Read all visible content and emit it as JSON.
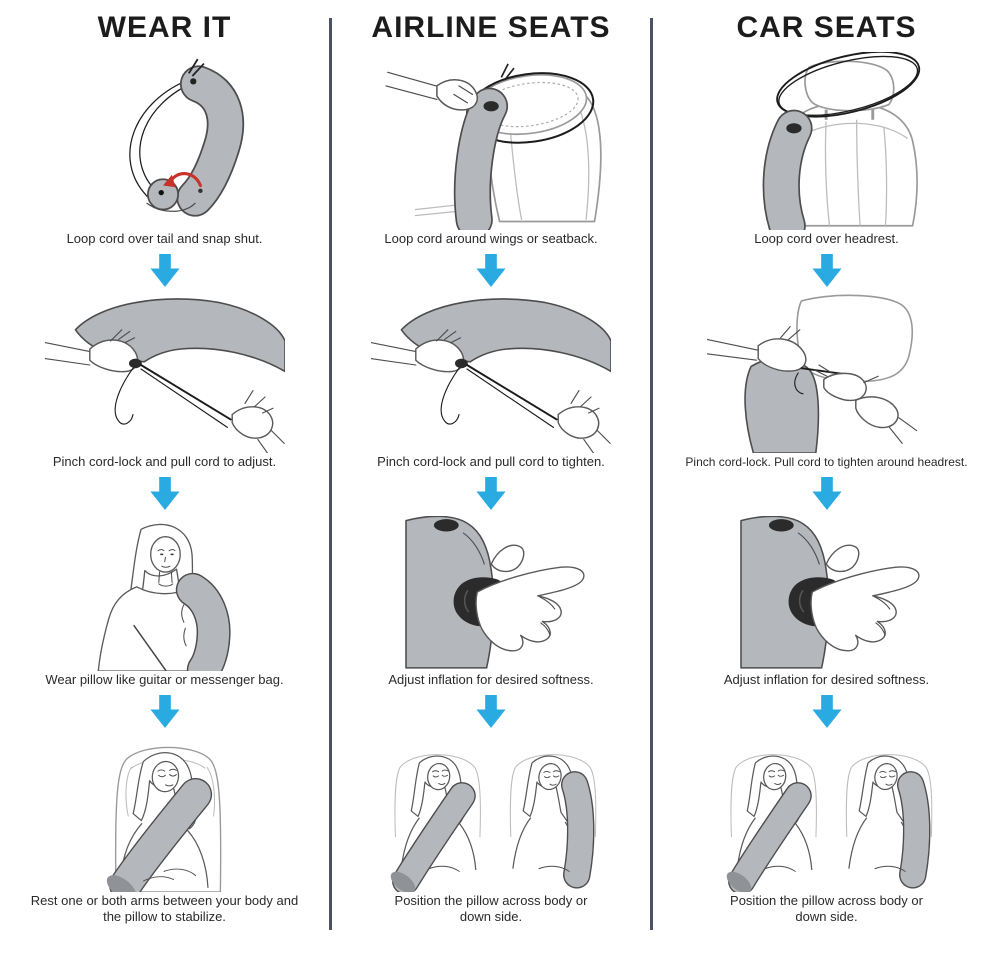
{
  "page": {
    "background": "#ffffff"
  },
  "colors": {
    "arrow_blue": "#29abe2",
    "divider": "#4a5264",
    "title_text": "#1c1c1c",
    "caption_text": "#2a2a2a",
    "pillow_gray": "#b4b7bb",
    "line_art": "#5a5a5a",
    "cord_black": "#1c1c1c",
    "valve_dark": "#2b2b2b",
    "accent_red": "#c9312b"
  },
  "icons": {
    "down_arrow": "block-arrow-down"
  },
  "columns": [
    {
      "id": "wear-it",
      "title": "WEAR IT",
      "steps": [
        {
          "caption": "Loop cord over tail and snap shut.",
          "illustration": "pillow-cord-loop"
        },
        {
          "caption": "Pinch cord-lock and pull cord to adjust.",
          "illustration": "pinch-cordlock-pull"
        },
        {
          "caption": "Wear pillow like guitar or messenger bag.",
          "illustration": "woman-wearing-pillow"
        },
        {
          "caption": "Rest one or both arms between your body and the pillow to stabilize.",
          "illustration": "sleeper-pillow-across-body"
        }
      ]
    },
    {
      "id": "airline-seats",
      "title": "AIRLINE SEATS",
      "steps": [
        {
          "caption": "Loop cord around wings or seatback.",
          "illustration": "airline-seat-cord-loop"
        },
        {
          "caption": "Pinch cord-lock and pull cord to tighten.",
          "illustration": "pinch-cordlock-pull"
        },
        {
          "caption": "Adjust inflation for desired softness.",
          "illustration": "valve-adjust-inflation"
        },
        {
          "caption": "Position the pillow across body or down side.",
          "illustration": "two-sleepers-positions"
        }
      ]
    },
    {
      "id": "car-seats",
      "title": "CAR SEATS",
      "steps": [
        {
          "caption": "Loop cord over headrest.",
          "illustration": "car-seat-headrest-loop"
        },
        {
          "caption": "Pinch cord-lock. Pull cord to tighten around headrest.",
          "illustration": "pinch-cordlock-headrest"
        },
        {
          "caption": "Adjust inflation for desired softness.",
          "illustration": "valve-adjust-inflation"
        },
        {
          "caption": "Position the pillow across body or down side.",
          "illustration": "two-sleepers-positions"
        }
      ]
    }
  ]
}
